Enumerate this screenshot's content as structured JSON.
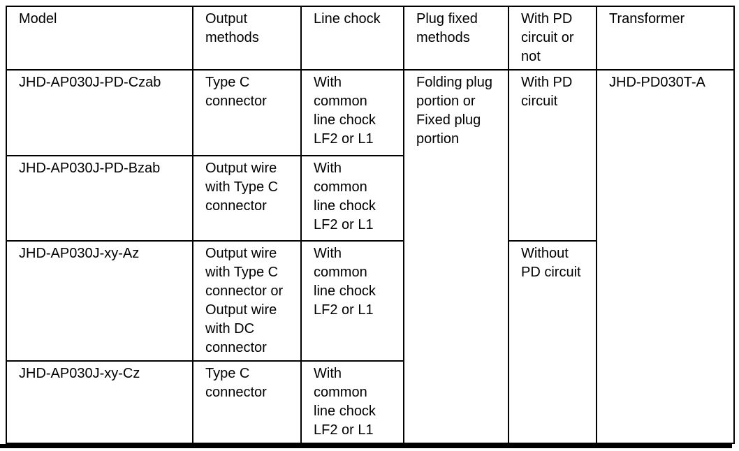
{
  "table": {
    "headers": [
      "Model",
      "Output\nmethods",
      "Line chock",
      "Plug fixed\nmethods",
      "With PD\ncircuit or\nnot",
      "Transformer"
    ],
    "shared": {
      "plug_fixed_methods": "Folding plug\nportion or\nFixed plug\nportion",
      "pd_with": "With PD\ncircuit",
      "pd_without": "Without\nPD circuit",
      "transformer": "JHD-PD030T-A"
    },
    "rows": [
      {
        "model": "JHD-AP030J-PD-Czab",
        "output_methods": "Type C\nconnector",
        "line_chock": "With\ncommon\nline chock\nLF2 or L1"
      },
      {
        "model": "JHD-AP030J-PD-Bzab",
        "output_methods": "Output wire\nwith Type C\nconnector",
        "line_chock": "With\ncommon\nline chock\nLF2 or L1"
      },
      {
        "model": "JHD-AP030J-xy-Az",
        "output_methods": "Output wire\nwith Type C\nconnector or\nOutput wire\nwith DC\nconnector",
        "line_chock": "With\ncommon\nline chock\nLF2 or L1"
      },
      {
        "model": "JHD-AP030J-xy-Cz",
        "output_methods": "Type C\nconnector",
        "line_chock": "With\ncommon\nline chock\nLF2 or L1"
      }
    ],
    "colors": {
      "border": "#000000",
      "text": "#000000",
      "background": "#ffffff"
    }
  }
}
